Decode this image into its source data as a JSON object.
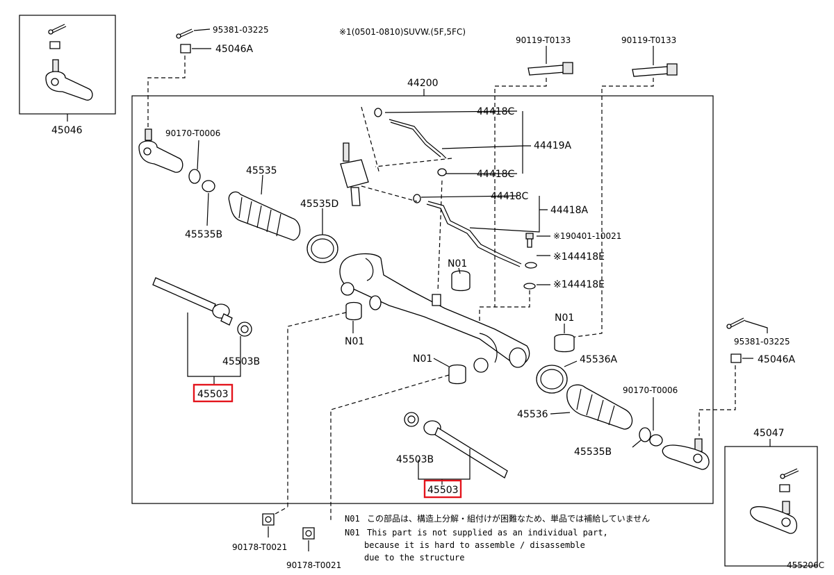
{
  "header_note": "※1(0501-0810)SUVW.(5F,5FC)",
  "diagram_code": "455206C",
  "labels": {
    "p45046": "45046",
    "p95381_top": "95381-03225",
    "p45046A_top": "45046A",
    "p44200": "44200",
    "p90119_a": "90119-T0133",
    "p90119_b": "90119-T0133",
    "p44418C_1": "44418C",
    "p44419A": "44419A",
    "p44418C_2": "44418C",
    "p44418C_3": "44418C",
    "p44418A": "44418A",
    "p90170_left": "90170-T0006",
    "p45535": "45535",
    "p45535D": "45535D",
    "p45535B_left": "45535B",
    "p90401": "※190401-10021",
    "p44418E_1": "※144418E",
    "p44418E_2": "※144418E",
    "n01_a": "N01",
    "n01_b": "N01",
    "n01_c": "N01",
    "n01_d": "N01",
    "p45503B_left": "45503B",
    "p45503_left": "45503",
    "p45536A": "45536A",
    "p95381_right": "95381-03225",
    "p45046A_right": "45046A",
    "p90170_right": "90170-T0006",
    "p45536": "45536",
    "p45535B_right": "45535B",
    "p45503B_right": "45503B",
    "p45503_right": "45503",
    "p45047": "45047",
    "p90178_a": "90178-T0021",
    "p90178_b": "90178-T0021"
  },
  "notes": {
    "jp_code": "N01",
    "jp_text": "この部品は、構造上分解・組付けが困難なため、単品では補給していません",
    "en_code": "N01",
    "en_line1": "This part is not supplied as an individual part,",
    "en_line2": "because it is hard to assemble / disassemble",
    "en_line3": "due to the structure"
  },
  "colors": {
    "highlight": "#e3141c",
    "line": "#000000",
    "background": "#ffffff"
  }
}
